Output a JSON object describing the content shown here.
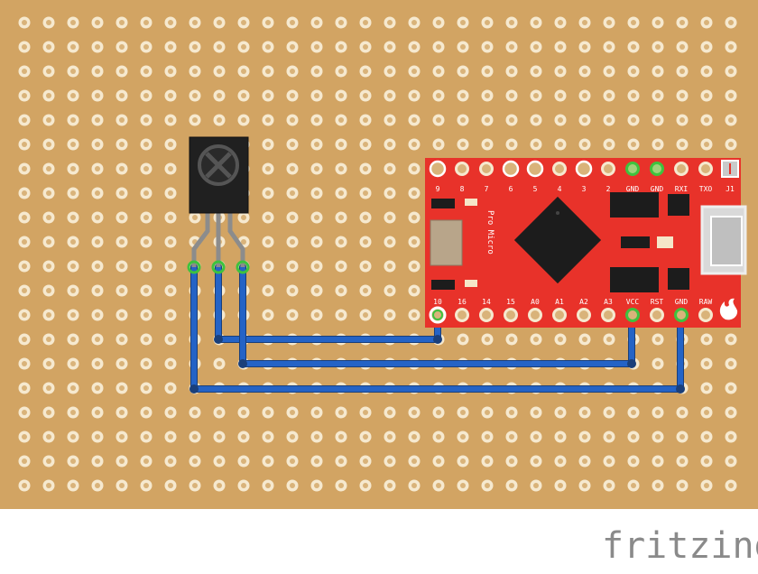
{
  "brand": {
    "name": "fritzing"
  },
  "colors": {
    "stripboard": "#d2a463",
    "hole_ring": "#f6e9cf",
    "hole_center": "#d9b37a",
    "board_red": "#e8322a",
    "wire_blue": "#2463c6",
    "sensor_body": "#202020",
    "leg_gray": "#8c8c8c",
    "connector_green": "#3ec23e"
  },
  "stripboard": {
    "columns": 30,
    "rows": 20
  },
  "ir_sensor": {
    "name": "ir-receiver",
    "legs": 3
  },
  "pro_micro": {
    "name": "Pro Micro",
    "top_pins": [
      "9",
      "8",
      "7",
      "6",
      "5",
      "4",
      "3",
      "2",
      "GND",
      "GND",
      "RXI",
      "TXO",
      "J1"
    ],
    "bottom_pins": [
      "10",
      "16",
      "14",
      "15",
      "A0",
      "A1",
      "A2",
      "A3",
      "VCC",
      "RST",
      "GND",
      "RAW"
    ]
  },
  "wires": [
    {
      "from": "sensor-leg-left",
      "to": "GND"
    },
    {
      "from": "sensor-leg-middle",
      "to": "10"
    },
    {
      "from": "sensor-leg-right",
      "to": "VCC"
    }
  ]
}
